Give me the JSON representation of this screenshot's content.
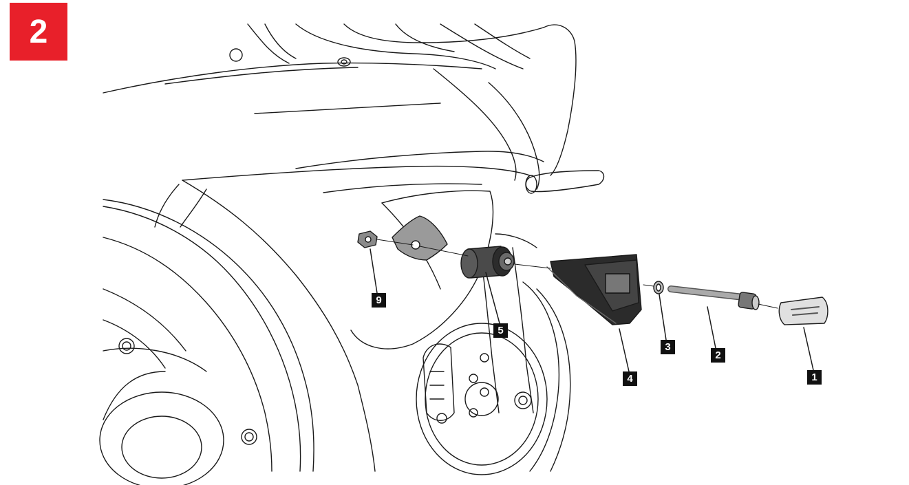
{
  "step": {
    "number": "2",
    "color": "#e8202a"
  },
  "callouts": [
    {
      "id": "9",
      "text": "9"
    },
    {
      "id": "5",
      "text": "5"
    },
    {
      "id": "4",
      "text": "4"
    },
    {
      "id": "3",
      "text": "3"
    },
    {
      "id": "2",
      "text": "2"
    },
    {
      "id": "1",
      "text": "1"
    }
  ],
  "parts": {
    "nut": "flanged-nut",
    "bracket": "mounting-bracket",
    "spacer": "cylindrical-spacer",
    "slider": "frame-slider-puck",
    "washer": "washer",
    "bolt": "long-bolt",
    "cap": "logo-cap"
  }
}
